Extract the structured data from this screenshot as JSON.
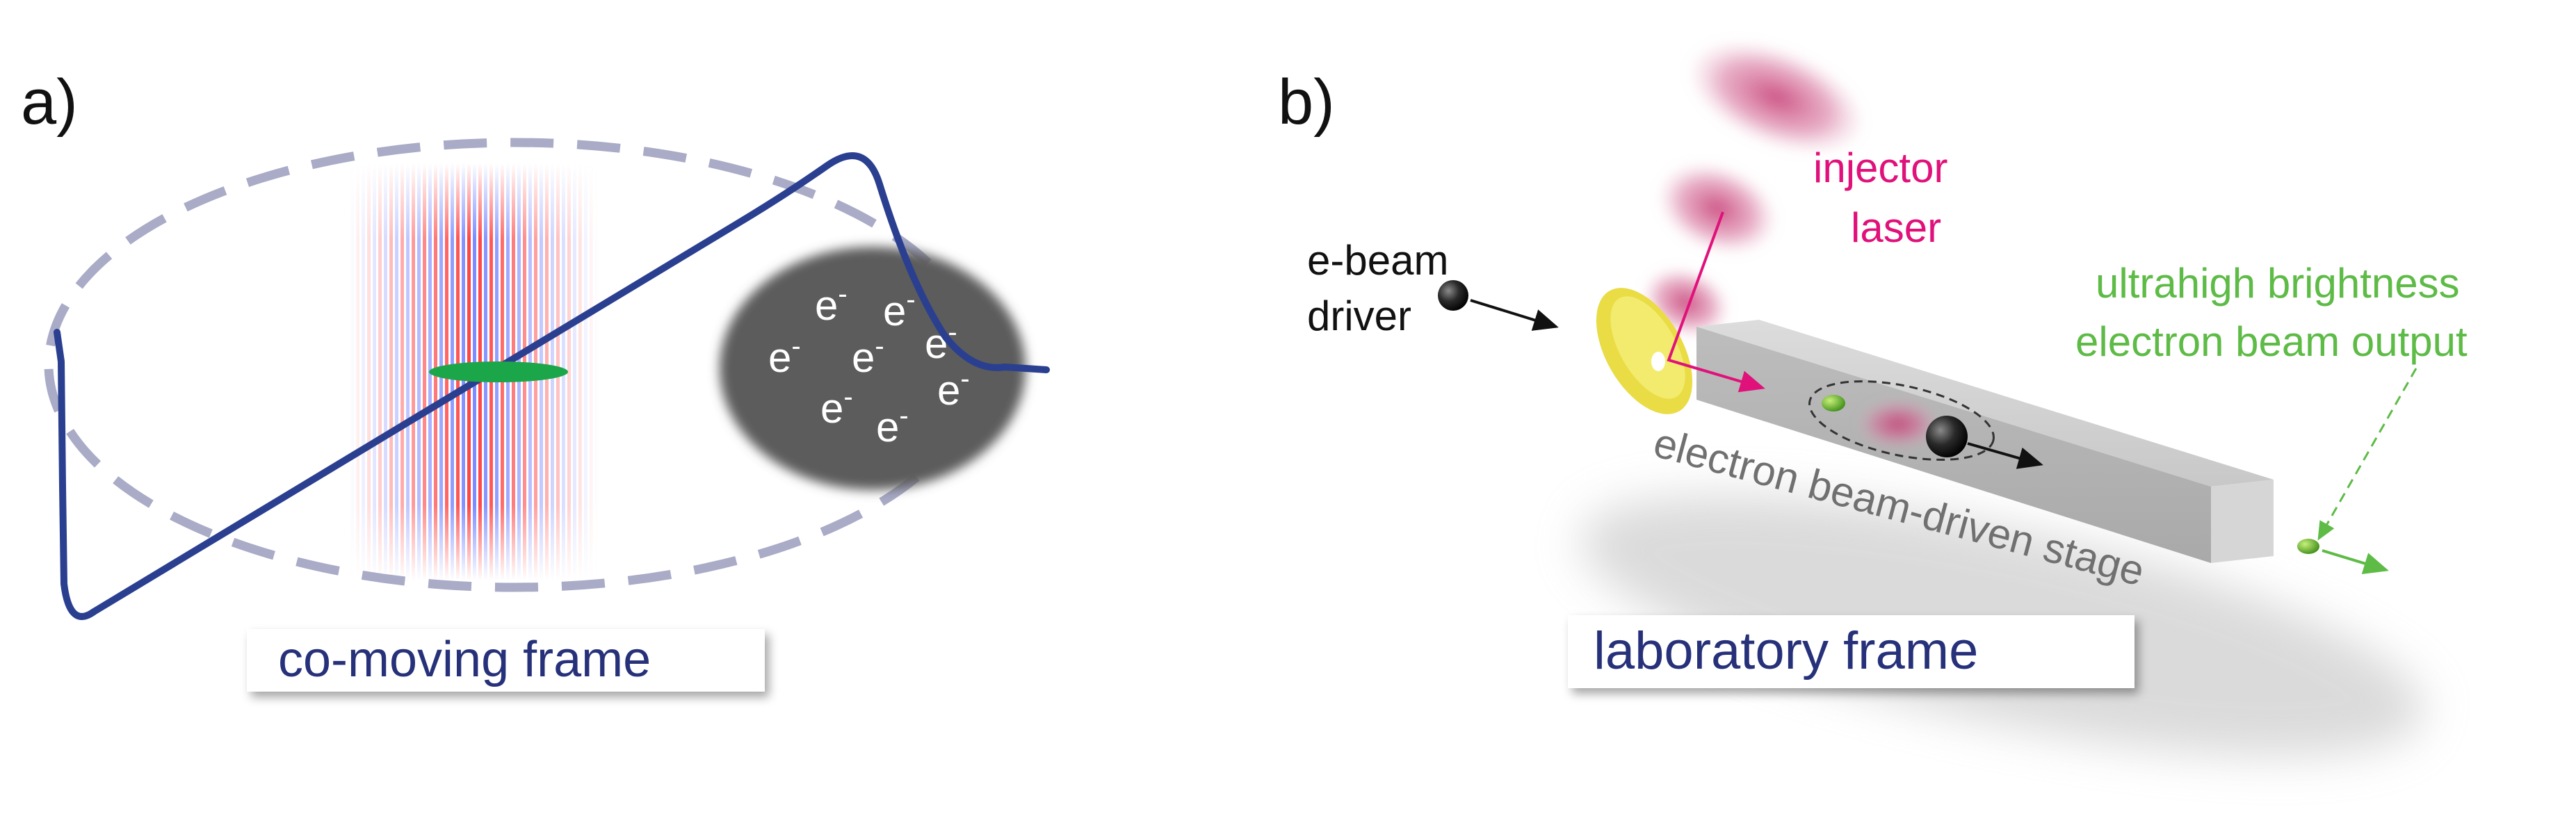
{
  "panel_a": {
    "label": "a)",
    "frame_label": "co-moving frame",
    "electron_symbol": "e",
    "electron_charge": "-"
  },
  "panel_b": {
    "label": "b)",
    "driver_label_line1": "e-beam",
    "driver_label_line2": "driver",
    "injector_label_line1": "injector",
    "injector_label_line2": "laser",
    "output_label_line1": "ultrahigh brightness",
    "output_label_line2": "electron beam output",
    "stage_label": "electron beam-driven stage",
    "frame_label": "laboratory  frame"
  },
  "colors": {
    "navy": "#26317a",
    "wave_line": "#2a3f8f",
    "dashed_ellipse": "#a9abc7",
    "laser_red": "#ff2a2a",
    "laser_blue": "#6c7dff",
    "green_witness": "#1ca64a",
    "electron_blob": "#606060",
    "injector_magenta": "#e0117a",
    "output_green": "#5dbb46",
    "stage_gray": "#b8b8b8",
    "label_gray": "#707070",
    "disk_yellow": "#f1e65a"
  }
}
